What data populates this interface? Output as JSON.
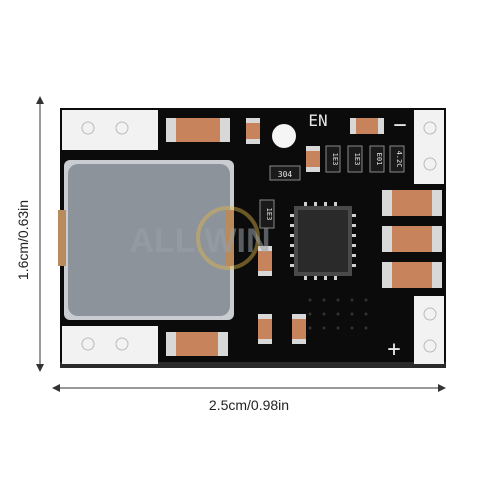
{
  "dimensions": {
    "height_label": "1.6cm/0.63in",
    "width_label": "2.5cm/0.98in"
  },
  "silkscreen": {
    "enable_label": "EN",
    "minus_label": "−",
    "plus_label": "+",
    "codes": [
      "304",
      "1E3",
      "1E3",
      "E01",
      "4.2C",
      "1E3"
    ]
  },
  "watermark": {
    "text": "ALL WIN"
  },
  "colors": {
    "pcb": "#0b0b0b",
    "pad": "#f2f2f2",
    "inductor": "#8d939b",
    "capacitor": "#c7835c",
    "ic": "#2a2a2a"
  }
}
